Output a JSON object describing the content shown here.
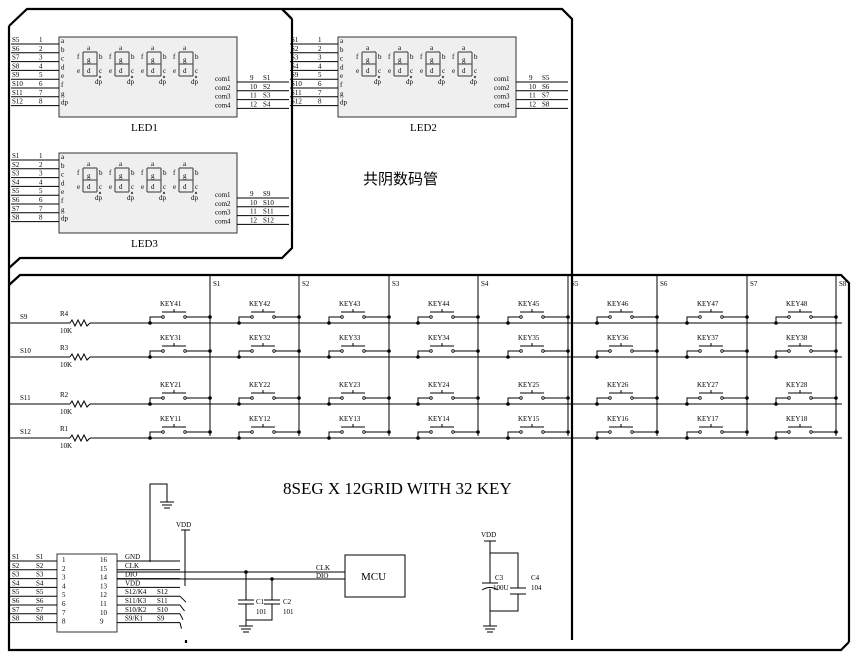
{
  "titles": {
    "display_caption": "共阴数码管",
    "keyboard_caption": "8SEG X 12GRID WITH 32 KEY"
  },
  "led_modules": [
    {
      "label": "LED1",
      "seg_nets": [
        "S5",
        "S6",
        "S7",
        "S8",
        "S9",
        "S10",
        "S11",
        "S12"
      ],
      "pin_nums": [
        "1",
        "2",
        "3",
        "4",
        "5",
        "6",
        "7",
        "8"
      ],
      "seg_names": [
        "a",
        "b",
        "c",
        "d",
        "e",
        "f",
        "g",
        "dp"
      ],
      "com_names": [
        "com1",
        "com2",
        "com3",
        "com4"
      ],
      "com_pins": [
        "9",
        "10",
        "11",
        "12"
      ],
      "com_nets": [
        "S1",
        "S2",
        "S3",
        "S4"
      ]
    },
    {
      "label": "LED2",
      "seg_nets": [
        "S1",
        "S2",
        "S3",
        "S4",
        "S9",
        "S10",
        "S11",
        "S12"
      ],
      "pin_nums": [
        "1",
        "2",
        "3",
        "4",
        "5",
        "6",
        "7",
        "8"
      ],
      "seg_names": [
        "a",
        "b",
        "c",
        "d",
        "e",
        "f",
        "g",
        "dp"
      ],
      "com_names": [
        "com1",
        "com2",
        "com3",
        "com4"
      ],
      "com_pins": [
        "9",
        "10",
        "11",
        "12"
      ],
      "com_nets": [
        "S5",
        "S6",
        "S7",
        "S8"
      ]
    },
    {
      "label": "LED3",
      "seg_nets": [
        "S1",
        "S2",
        "S3",
        "S4",
        "S5",
        "S6",
        "S7",
        "S8"
      ],
      "pin_nums": [
        "1",
        "2",
        "3",
        "4",
        "5",
        "6",
        "7",
        "8"
      ],
      "seg_names": [
        "a",
        "b",
        "c",
        "d",
        "e",
        "f",
        "g",
        "dp"
      ],
      "com_names": [
        "com1",
        "com2",
        "com3",
        "com4"
      ],
      "com_pins": [
        "9",
        "10",
        "11",
        "12"
      ],
      "com_nets": [
        "S9",
        "S10",
        "S11",
        "S12"
      ]
    }
  ],
  "digit_seg_letters": {
    "a": "a",
    "b": "b",
    "c": "c",
    "d": "d",
    "e": "e",
    "f": "f",
    "g": "g",
    "dp": "dp"
  },
  "key_matrix": {
    "column_nets": [
      "S1",
      "S2",
      "S3",
      "S4",
      "S5",
      "S6",
      "S7",
      "S8"
    ],
    "rows": [
      {
        "net": "S9",
        "resistor": "R4",
        "value": "10K",
        "keys": [
          "KEY41",
          "KEY42",
          "KEY43",
          "KEY44",
          "KEY45",
          "KEY46",
          "KEY47",
          "KEY48"
        ]
      },
      {
        "net": "S10",
        "resistor": "R3",
        "value": "10K",
        "keys": [
          "KEY31",
          "KEY32",
          "KEY33",
          "KEY34",
          "KEY35",
          "KEY36",
          "KEY37",
          "KEY38"
        ]
      },
      {
        "net": "S11",
        "resistor": "R2",
        "value": "10K",
        "keys": [
          "KEY21",
          "KEY22",
          "KEY23",
          "KEY24",
          "KEY25",
          "KEY26",
          "KEY27",
          "KEY28"
        ]
      },
      {
        "net": "S12",
        "resistor": "R1",
        "value": "10K",
        "keys": [
          "KEY11",
          "KEY12",
          "KEY13",
          "KEY14",
          "KEY15",
          "KEY16",
          "KEY17",
          "KEY18"
        ]
      }
    ]
  },
  "driver_ic": {
    "left_nets_outer": [
      "S1",
      "S2",
      "S3",
      "S4",
      "S5",
      "S6",
      "S7",
      "S8"
    ],
    "left_nets_inner": [
      "S1",
      "S2",
      "S3",
      "S4",
      "S5",
      "S6",
      "S7",
      "S8"
    ],
    "left_pins": [
      "1",
      "2",
      "3",
      "4",
      "5",
      "6",
      "7",
      "8"
    ],
    "right_pins": [
      "16",
      "15",
      "14",
      "13",
      "12",
      "11",
      "10",
      "9"
    ],
    "right_names": [
      "GND",
      "CLK",
      "DIO",
      "VDD",
      "S12/K4",
      "S11/K3",
      "S10/K2",
      "S9/K1"
    ],
    "right_nets": [
      "",
      "",
      "",
      "",
      "S12",
      "S11",
      "S10",
      "S9"
    ]
  },
  "power": {
    "vdd_ic": "VDD",
    "vdd_caps": "VDD"
  },
  "caps": [
    {
      "ref": "C1",
      "value": "101"
    },
    {
      "ref": "C2",
      "value": "101"
    },
    {
      "ref": "C3",
      "value": "100U"
    },
    {
      "ref": "C4",
      "value": "104"
    }
  ],
  "mcu": {
    "label": "MCU",
    "clk": "CLK",
    "dio": "DIO"
  }
}
